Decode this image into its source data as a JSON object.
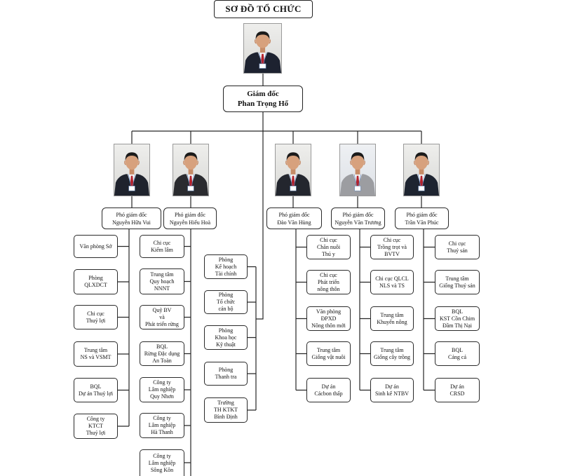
{
  "title": "SƠ ĐỒ TỔ CHỨC",
  "director": {
    "role": "Giám đốc",
    "name": "Phan Trọng Hổ"
  },
  "director_units": [
    [
      "Phòng",
      "Kế hoạch",
      "Tài chính"
    ],
    [
      "Phòng",
      "Tổ chức",
      "cán bộ"
    ],
    [
      "Phòng",
      "Khoa học",
      "Kỹ thuật"
    ],
    [
      "Phòng",
      "Thanh tra"
    ],
    [
      "Trường",
      "TH KTKT",
      "Bình Định"
    ]
  ],
  "vice_directors": [
    {
      "role": "Phó giám đốc",
      "name": "Nguyễn Hữu Vui",
      "units": [
        [
          "Văn phòng Sở"
        ],
        [
          "Phòng",
          "QLXDCT"
        ],
        [
          "Chi cục",
          "Thuỷ lợi"
        ],
        [
          "Trung tâm",
          "NS và VSMT"
        ],
        [
          "BQL",
          "Dự án Thuỷ lợi"
        ],
        [
          "Công ty",
          "KTCT",
          "Thuỷ lợi"
        ]
      ]
    },
    {
      "role": "Phó giám đốc",
      "name": "Nguyễn Hiếu Hoà",
      "units": [
        [
          "Chi cục",
          "Kiểm lâm"
        ],
        [
          "Trung tâm",
          "Quy hoạch",
          "NNNT"
        ],
        [
          "Quỹ BV",
          "và",
          "Phát triển rừng"
        ],
        [
          "BQL",
          "Rừng Đặc dụng",
          "An Toàn"
        ],
        [
          "Công ty",
          "Lâm nghiệp",
          "Quy Nhơn"
        ],
        [
          "Công ty",
          "Lâm nghiệp",
          "Hà Thanh"
        ],
        [
          "Công ty",
          "Lâm nghiệp",
          "Sông Kôn"
        ]
      ]
    },
    {
      "role": "Phó giám đốc",
      "name": "Đào Văn Hùng",
      "units": [
        [
          "Chi cục",
          "Chăn nuôi",
          "Thú y"
        ],
        [
          "Chi cục",
          "Phát triển",
          "nông thôn"
        ],
        [
          "Văn phòng",
          "ĐPXD",
          "Nông thôn mới"
        ],
        [
          "Trung tâm",
          "Giống vật nuôi"
        ],
        [
          "Dự án",
          "Cácbon thấp"
        ]
      ]
    },
    {
      "role": "Phó giám đốc",
      "name": "Nguyễn Văn Trương",
      "units": [
        [
          "Chi cục",
          "Trồng trọt và",
          "BVTV"
        ],
        [
          "Chi cục QLCL",
          "NLS và TS"
        ],
        [
          "Trung tâm",
          "Khuyến nông"
        ],
        [
          "Trung tâm",
          "Giống cây trồng"
        ],
        [
          "Dự án",
          "Sinh kế NTBV"
        ]
      ]
    },
    {
      "role": "Phó giám đốc",
      "name": "Trần Văn Phúc",
      "units": [
        [
          "Chi cục",
          "Thuỷ sản"
        ],
        [
          "Trung tâm",
          "Giống Thuỷ sản"
        ],
        [
          "BQL",
          "KST Cồn Chim",
          "Đầm Thị Nại"
        ],
        [
          "BQL",
          "Cảng cá"
        ],
        [
          "Dự án",
          "CRSD"
        ]
      ]
    }
  ]
}
